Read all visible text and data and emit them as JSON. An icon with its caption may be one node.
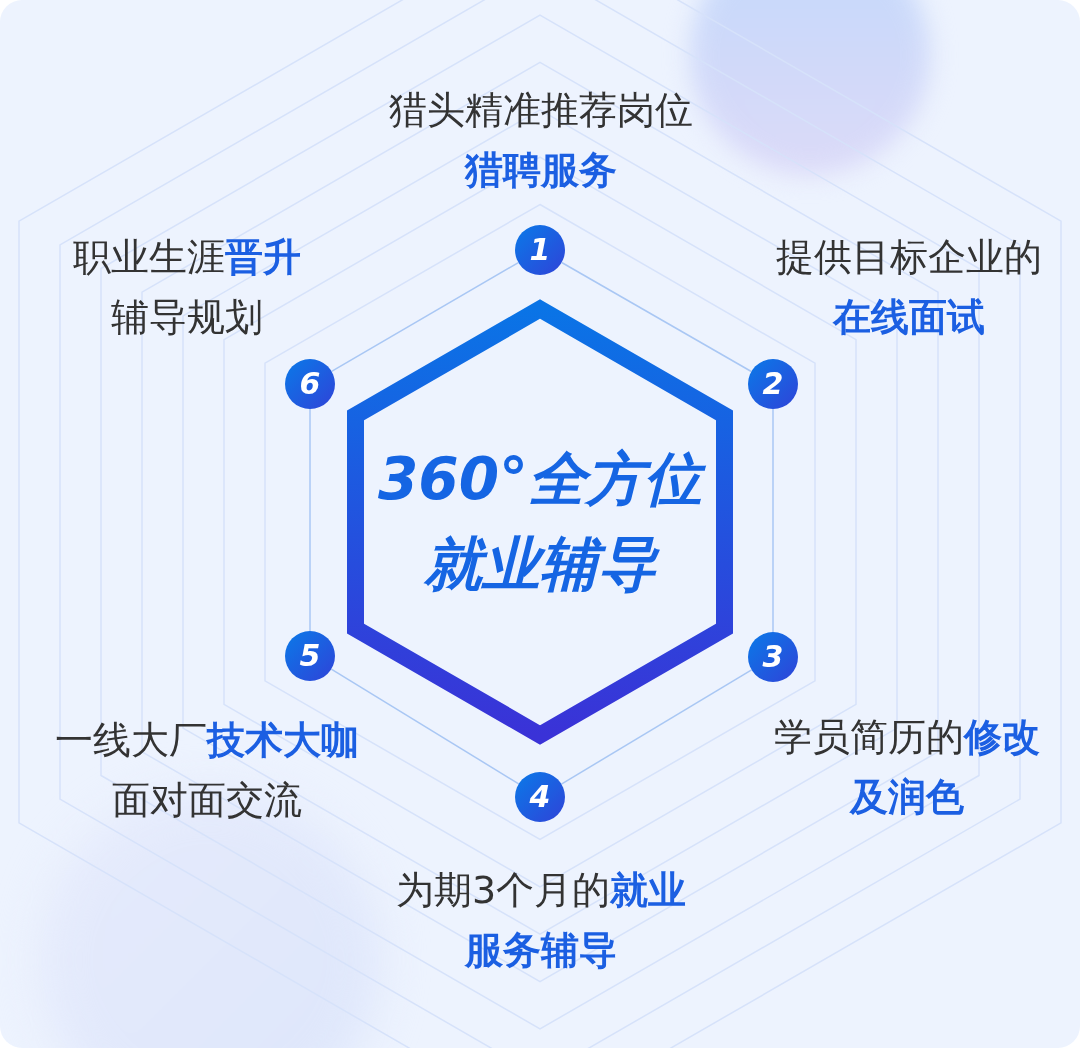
{
  "diagram": {
    "nodes": [
      {
        "text": [
          "1"
        ],
        "beside": [
          "猎头精准推荐岗位**猎聘服务**"
        ]
      },
      {
        "text": [
          "2"
        ],
        "beside": [
          "提供目标企业的**在线面试**"
        ]
      },
      {
        "text": [
          "3"
        ],
        "beside": [
          "学员简历的**修改及润色**"
        ]
      },
      {
        "text": [
          "4"
        ],
        "beside": [
          "为期3个月的**就业服务辅导**"
        ]
      },
      {
        "text": [
          "5"
        ]
      },
      {
        "text": [
          "6"
        ],
        "beside": [
          "职业生涯**晋升**辅导规划"
        ]
      },
      {
        "text": [
          "360°全方位就业辅导"
        ]
      }
    ],
    "edges": [
      {
        "from": 0,
        "to": 1,
        "arrow": "none"
      },
      {
        "from": 1,
        "to": 2,
        "arrow": "none"
      },
      {
        "from": 2,
        "to": 3,
        "arrow": "none"
      },
      {
        "from": 3,
        "to": 4,
        "arrow": "none"
      },
      {
        "from": 4,
        "to": 5,
        "arrow": "none"
      },
      {
        "from": 5,
        "to": 0,
        "arrow": "none"
      }
    ],
    "labels": [
      "一线大厂**技术大咖**面对面交流"
    ]
  }
}
